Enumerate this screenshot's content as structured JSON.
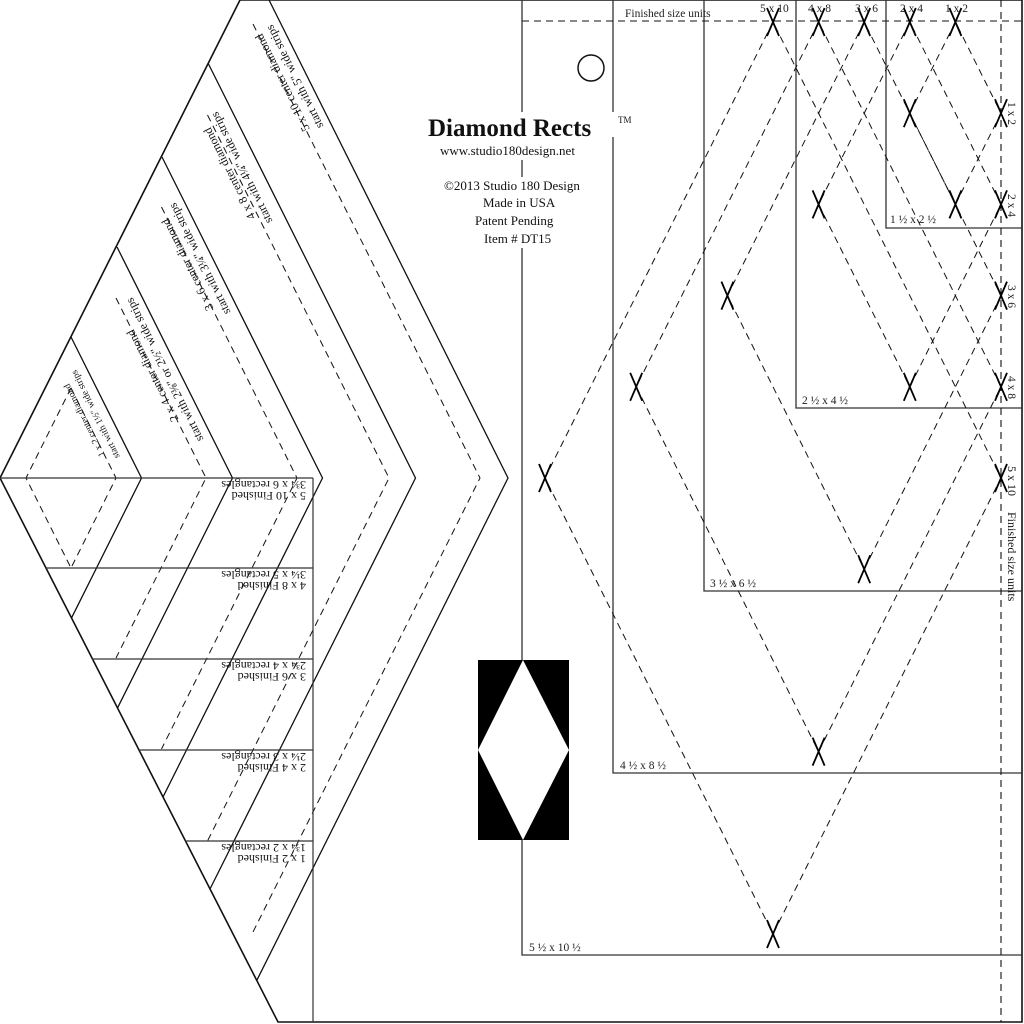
{
  "product": {
    "title": "Diamond Rects",
    "trademark": "TM",
    "website": "www.studio180design.net",
    "copyright": "©2013 Studio 180 Design",
    "made_in": "Made in USA",
    "patent": "Patent Pending",
    "item": "Item # DT15"
  },
  "top_scale": {
    "heading": "Finished size units",
    "units": [
      "5 x 10",
      "4 x 8",
      "3 x 6",
      "2 x 4",
      "1 x 2"
    ]
  },
  "right_scale": {
    "units": [
      "1 x 2",
      "2 x 4",
      "3 x 6",
      "4 x 8",
      "5 x 10"
    ],
    "heading": "Finished size units"
  },
  "rect_labels": [
    "1 ½ x 2 ½",
    "2 ½ x 4 ½",
    "3 ½ x 6 ½",
    "4 ½ x 8 ½",
    "5 ½ x 10 ½"
  ],
  "chevron_labels": [
    {
      "diamond": "5 x 10 center diamond",
      "strips": "start with 5\" wide strips"
    },
    {
      "diamond": "4 x 8 center diamond",
      "strips": "start with 4¼\" wide strips"
    },
    {
      "diamond": "3 x 6 center diamond",
      "strips": "start with 3¼\" wide strips"
    },
    {
      "diamond": "2 x 4 center diamond",
      "strips": "start with 2⅜\" or 2½\" wide strips"
    },
    {
      "diamond": "1 x 2 center diamond",
      "strips": "start with 1½\" wide strips"
    }
  ],
  "finished_blocks": [
    {
      "finished": "5 x 10 Finished",
      "rectangles": "3¾ x 6 rectangles"
    },
    {
      "finished": "4 x 8 Finished",
      "rectangles": "3¼ x 5 rectangles"
    },
    {
      "finished": "3 x 6 Finished",
      "rectangles": "2¾ x 4 rectangles"
    },
    {
      "finished": "2 x 4 Finished",
      "rectangles": "2¼ x 3 rectangles"
    },
    {
      "finished": "1 x 2 Finished",
      "rectangles": "1¾ x 2 rectangles"
    }
  ],
  "colors": {
    "line": "#111111",
    "logo_fill": "#000000",
    "background": "#ffffff"
  }
}
